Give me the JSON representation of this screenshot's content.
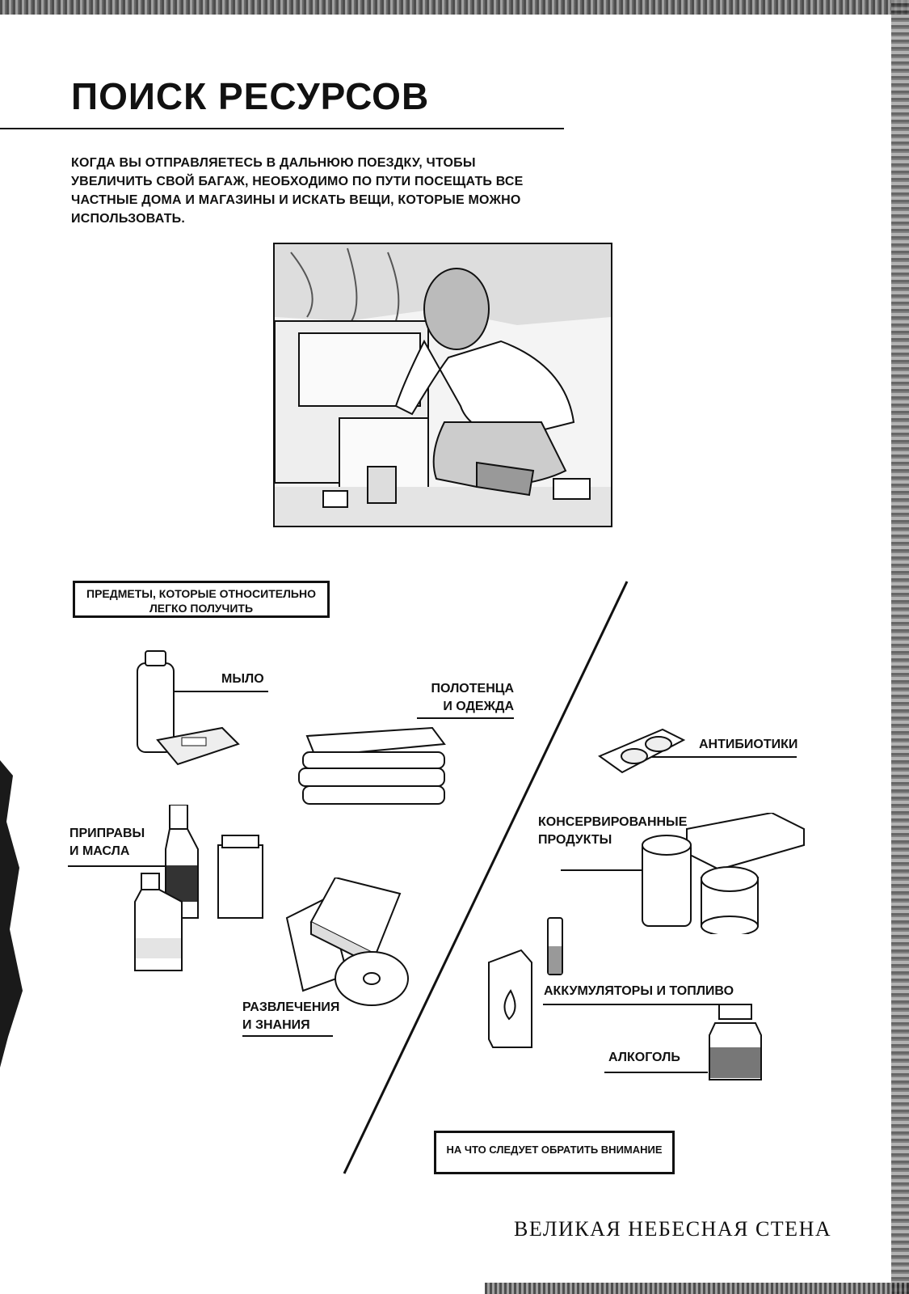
{
  "page": {
    "title": "ПОИСК РЕСУРСОВ",
    "intro": "КОГДА ВЫ ОТПРАВЛЯЕТЕСЬ В ДАЛЬНЮЮ ПОЕЗДКУ, ЧТОБЫ УВЕЛИЧИТЬ СВОЙ БАГАЖ, НЕОБХОДИМО ПО ПУТИ ПОСЕЩАТЬ ВСЕ ЧАСТНЫЕ ДОМА И МАГАЗИНЫ И ИСКАТЬ ВЕЩИ, КОТОРЫЕ МОЖНО ИСПОЛЬЗОВАТЬ.",
    "footer": "ВЕЛИКАЯ НЕБЕСНАЯ СТЕНА"
  },
  "easy_items": {
    "header": "ПРЕДМЕТЫ, КОТОРЫЕ ОТНОСИТЕЛЬНО ЛЕГКО ПОЛУЧИТЬ",
    "soap": "МЫЛО",
    "towels": [
      "ПОЛОТЕНЦА",
      "И ОДЕЖДА"
    ],
    "seasonings": [
      "ПРИПРАВЫ",
      "И МАСЛА"
    ],
    "entertainment": [
      "РАЗВЛЕЧЕНИЯ",
      "И ЗНАНИЯ"
    ]
  },
  "attention_items": {
    "header": "НА ЧТО СЛЕДУЕТ ОБРАТИТЬ ВНИМАНИЕ",
    "antibiotics": "АНТИБИОТИКИ",
    "canned": [
      "КОНСЕРВИРОВАННЫЕ",
      "ПРОДУКТЫ"
    ],
    "batteries": "АККУМУЛЯТОРЫ И ТОПЛИВО",
    "alcohol": "АЛКОГОЛЬ"
  }
}
